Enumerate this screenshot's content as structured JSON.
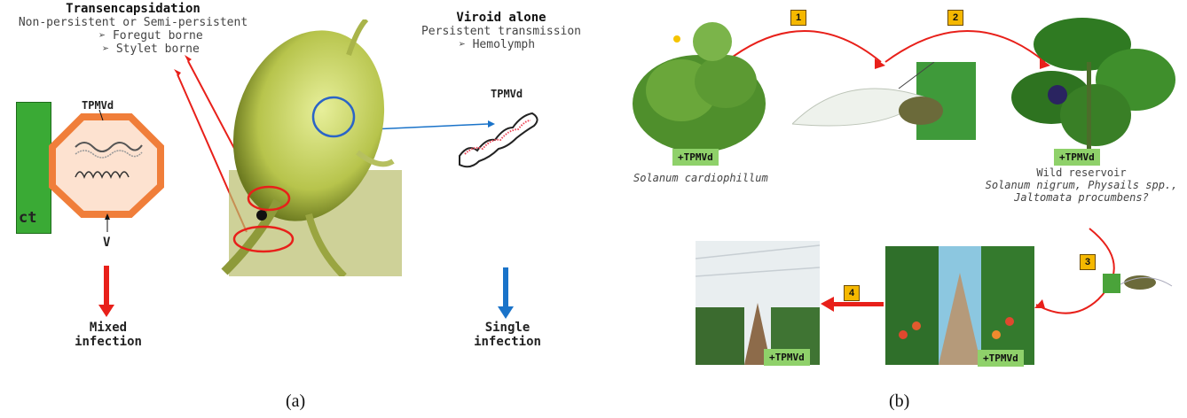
{
  "panel_a": {
    "left_heading": "Transencapsidation",
    "left_subheading": "Non-persistent or Semi-persistent",
    "left_items": [
      "➢ Foregut borne",
      "➢ Stylet borne"
    ],
    "right_heading": "Viroid alone",
    "right_subheading": "Persistent transmission",
    "right_items": [
      "➢ Hemolymph"
    ],
    "virion_viroid_label": "TPMVd",
    "free_viroid_label": "TPMVd",
    "ct_label": "ct",
    "v_label": "V",
    "left_outcome": "Mixed\ninfection",
    "right_outcome": "Single\ninfection",
    "caption": "(a)",
    "colors": {
      "arrow_red": "#e8201a",
      "arrow_blue": "#1a73c9",
      "ct_green": "#3aaa35",
      "virion_orange": "#f07e3a"
    }
  },
  "panel_b": {
    "steps": [
      "1",
      "2",
      "3",
      "4"
    ],
    "badge_1": "+TPMVd",
    "badge_2": "+TPMVd",
    "badge_3": "+TPMVd",
    "badge_4": "+TPMVd",
    "host_species": "Solanum cardiophillum",
    "reservoir_label": "Wild reservoir",
    "reservoir_species_1": "Solanum nigrum, Physails spp.,",
    "reservoir_species_2": "Jaltomata procumbens?",
    "caption": "(b)",
    "colors": {
      "badge_green": "#8fd16a",
      "step_yellow": "#f5b800",
      "arrow_red": "#e8201a"
    }
  }
}
